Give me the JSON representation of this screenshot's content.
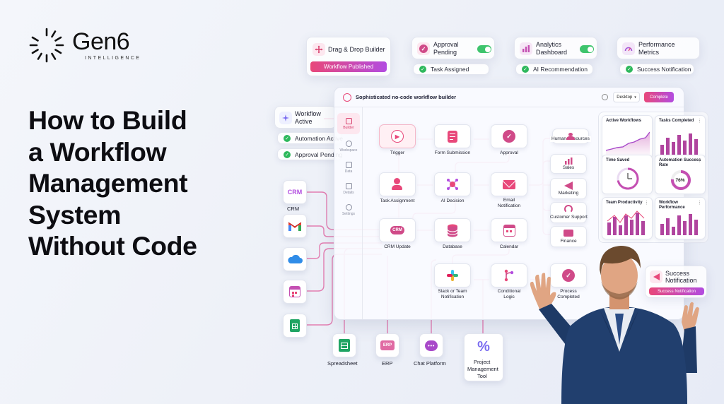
{
  "brand": {
    "name": "Gen6",
    "tagline": "INTELLIGENCE"
  },
  "headline": {
    "lines": [
      "How to Build",
      "a Workflow",
      "Management",
      "System",
      "Without Code"
    ]
  },
  "top_cards": {
    "drag_drop": {
      "title": "Drag & Drop Builder",
      "button": "Workflow Published"
    },
    "approval": {
      "title": "Approval Pending",
      "title_line1": "Approval",
      "title_line2": "Pending",
      "pill": "Task Assigned"
    },
    "analytics": {
      "title_line1": "Analytics",
      "title_line2": "Dashboard",
      "pill": "AI Recommendation"
    },
    "performance": {
      "title_line1": "Performance",
      "title_line2": "Metrics",
      "pill": "Success Notification"
    }
  },
  "left_status": {
    "workflow_active_line1": "Workflow",
    "workflow_active_line2": "Active",
    "automation_active": "Automation Active",
    "approval_pending": "Approval Pending"
  },
  "window": {
    "title": "Sophisticated no-code workflow builder",
    "desktop_select": "Desktop",
    "complete_button": "Complete",
    "sidebar": [
      "Builder",
      "Workspace",
      "Data",
      "Details",
      "Settings"
    ]
  },
  "nodes": {
    "trigger": "Trigger",
    "form_submission": "Form Submission",
    "approval": "Approval",
    "task_assignment": "Task Assignment",
    "ai_decision": "AI Decision",
    "email_line1": "Email",
    "email_line2": "Notification",
    "crm_update": "CRM Update",
    "database": "Database",
    "calendar": "Calendar",
    "slack_line1": "Slack or Team",
    "slack_line2": "Notification",
    "conditional_line1": "Conditional",
    "conditional_line2": "Logic",
    "process_line1": "Process",
    "process_line2": "Completed",
    "crm_badge": "CRM"
  },
  "departments": [
    "Human Resources",
    "Sales",
    "Marketing",
    "Customer Support",
    "Finance"
  ],
  "widgets": {
    "active_workflows": "Active Workflows",
    "tasks_completed": "Tasks Completed",
    "time_saved": "Time Saved",
    "automation_success": "Automation Success Rate",
    "automation_value": "76%",
    "automation_fraction": 0.76,
    "team_productivity": "Team Productivity",
    "workflow_performance": "Workflow Performance"
  },
  "success": {
    "title_line1": "Success",
    "title_line2": "Notification",
    "button": "Success Notification"
  },
  "integrations": {
    "crm_icon": "CRM",
    "crm_label": "CRM",
    "spreadsheet": "Spreadsheet",
    "erp_icon": "ERP",
    "erp": "ERP",
    "chat": "Chat Platform",
    "project_line1": "Project",
    "project_line2": "Management",
    "project_line3": "Tool"
  },
  "colors": {
    "accent_pink": "#e8487a",
    "accent_purple": "#b24ce0",
    "success_green": "#2eb85c",
    "connector": "#e0589a"
  }
}
